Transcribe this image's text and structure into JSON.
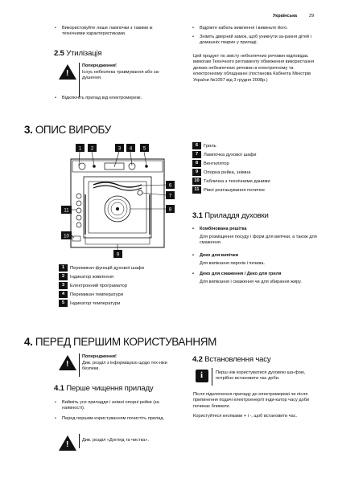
{
  "header": {
    "section": "Українська",
    "page": "29"
  },
  "col1_top": {
    "bullet1": "Використовуйте лише лампочки з такими ж технічними характеристиками.",
    "section_num": "2.5",
    "section_title": "Утилізація",
    "warning_title": "Попередження!",
    "warning_text": "Існує небезпека травмування або за-душення.",
    "bullet2": "Відключіть прилад від електромережі."
  },
  "col2_top": {
    "bullet1": "Відріжте кабель живлення і викиньте його.",
    "bullet2": "Зніміть дверний замок, щоб уникнути за-рання дітей і домашніх тварин у приладі.",
    "para": "Цей продукт по змісту небезпечних речовин відповідає вимогам Технічного регламенту обмеження використання деяких небезпечних речовин в електричному та електронному обладнанні (постанова Кабінета Міністрів України №1057 від 3 грудня 2008р.)"
  },
  "section3": {
    "num": "3.",
    "title": "ОПИС ВИРОБУ",
    "diagram_labels": [
      "1",
      "2",
      "3",
      "4",
      "5",
      "6",
      "7",
      "8",
      "9",
      "10",
      "11"
    ],
    "legend_left": [
      {
        "n": "1",
        "t": "Перемикач функцій духової шафи"
      },
      {
        "n": "2",
        "t": "Індикатор живлення"
      },
      {
        "n": "3",
        "t": "Електронний програматор"
      },
      {
        "n": "4",
        "t": "Перемикач температури"
      },
      {
        "n": "5",
        "t": "Індикатор температури"
      }
    ],
    "legend_right": [
      {
        "n": "6",
        "t": "Гриль"
      },
      {
        "n": "7",
        "t": "Лампочка духової шафи"
      },
      {
        "n": "8",
        "t": "Вентилятор"
      },
      {
        "n": "9",
        "t": "Опорна рейка, знімна"
      },
      {
        "n": "10",
        "t": "Табличка з технічними даними"
      },
      {
        "n": "11",
        "t": "Рівні розташування поличок"
      }
    ],
    "sub_num": "3.1",
    "sub_title": "Приладдя духовки",
    "acc": [
      {
        "name": "Комбінована решітка",
        "desc": "Для розміщення посуду і форм для випічки, а також для смаження."
      },
      {
        "name": "Деко для випічки",
        "desc": "Для випікання пирогів і печива."
      },
      {
        "name": "Деко для смаження / Деко для гриля",
        "desc": "Для випікання і смаження чи для збирання жиру."
      }
    ]
  },
  "section4": {
    "num": "4.",
    "title": "ПЕРЕД ПЕРШИМ КОРИСТУВАННЯМ",
    "warning_title": "Попередження!",
    "warning_text": "Див. розділ з інформацією щодо тех-ніки безпеки.",
    "s41_num": "4.1",
    "s41_title": "Перше чищення приладу",
    "b1": "Вийміть усе приладдя і знімні опорні рейки (за наявності).",
    "b2": "Перед першим користуванням почистіть прилад.",
    "ref": "Див. розділ «Догляд та чистка».",
    "s42_num": "4.2",
    "s42_title": "Встановлення часу",
    "info_text": "Перш ніж користуватися духовою ша-фою, потрібно встановити час доби.",
    "para": "Після підключення приладу до електромережі чи після припинення подачі електроенергії інди-катор часу доби починає блимати.",
    "para2": "Користуйтеся кнопками + і -, щоб встановити час."
  }
}
